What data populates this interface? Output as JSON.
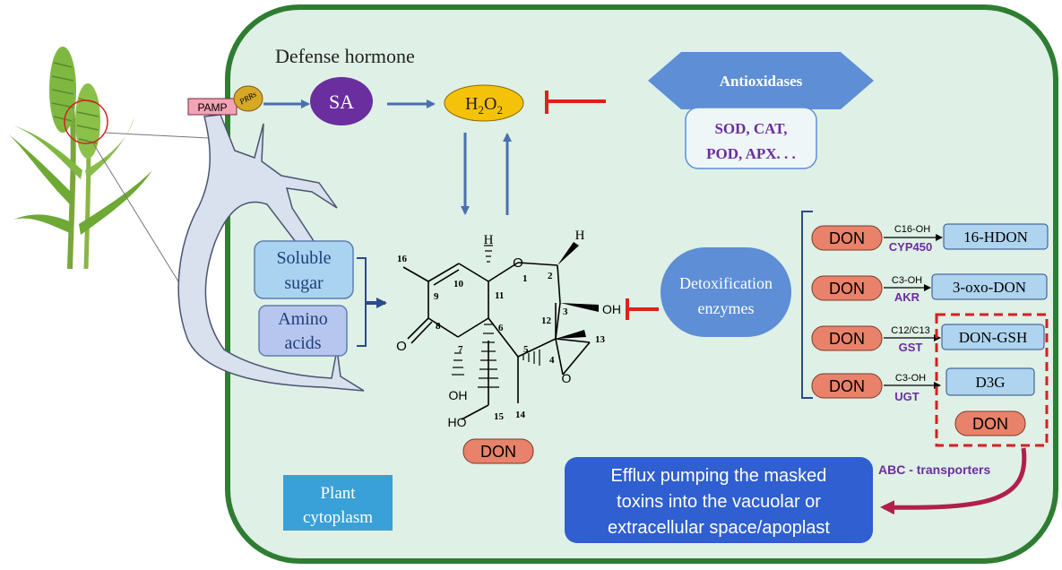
{
  "labels": {
    "defense_hormone": "Defense hormone",
    "pamp": "PAMP",
    "prrs": "PRRs",
    "sa": "SA",
    "h2o2_main": "H",
    "h2o2_sub1": "2",
    "h2o2_o": "O",
    "h2o2_sub2": "2",
    "antioxidases": "Antioxidases",
    "enzymes_line1": "SOD, CAT,",
    "enzymes_line2": "POD, APX. . .",
    "soluble_sugar_line1": "Soluble",
    "soluble_sugar_line2": "sugar",
    "amino_acids_line1": "Amino",
    "amino_acids_line2": "acids",
    "detox_line1": "Detoxification",
    "detox_line2": "enzymes",
    "don_main": "DON",
    "plant_cytoplasm_line1": "Plant",
    "plant_cytoplasm_line2": "cytoplasm",
    "efflux_line1": "Efflux pumping the masked",
    "efflux_line2": "toxins into the vacuolar or",
    "efflux_line3": "extracellular space/apoplast",
    "abc_transporters": "ABC - transporters",
    "masked_d3g": "D3G",
    "masked_don": "DON"
  },
  "molecule": {
    "atom_h_top": "H",
    "atom_h_right": "H",
    "atom_o1": "O",
    "atom_oh3": "OH",
    "atom_o_epoxide": "O",
    "atom_o_keto": "O",
    "atom_oh7": "OH",
    "atom_ho15": "HO",
    "n1": "1",
    "n2": "2",
    "n3": "3",
    "n4": "4",
    "n5": "5",
    "n6": "6",
    "n7": "7",
    "n8": "8",
    "n9": "9",
    "n10": "10",
    "n11": "11",
    "n12": "12",
    "n13": "13",
    "n14": "14",
    "n15": "15",
    "n16": "16"
  },
  "reactions": [
    {
      "substrate": "DON",
      "condition": "C16-OH",
      "enzyme": "CYP450",
      "product": "16-HDON"
    },
    {
      "substrate": "DON",
      "condition": "C3-OH",
      "enzyme": "AKR",
      "product": "3-oxo-DON"
    },
    {
      "substrate": "DON",
      "condition": "C12/C13",
      "enzyme": "GST",
      "product": "DON-GSH"
    },
    {
      "substrate": "DON",
      "condition": "C3-OH",
      "enzyme": "UGT",
      "product": ""
    }
  ],
  "colors": {
    "cell_fill": "#dff0e6",
    "cell_border": "#2e7d32",
    "arrow_blue": "#4a6fb0",
    "inhibit_red": "#e0201b",
    "sa_purple": "#6a2e9e",
    "h2o2_yellow": "#f5c20a",
    "antiox_blue": "#5d8ed6",
    "don_salmon": "#e9826a",
    "product_blue": "#aed4ef",
    "efflux_blue": "#2f5fd0",
    "cytoplasm_blue": "#3aa0d8",
    "enzyme_purple": "#6a2e9e",
    "transport_maroon": "#b0204a"
  }
}
